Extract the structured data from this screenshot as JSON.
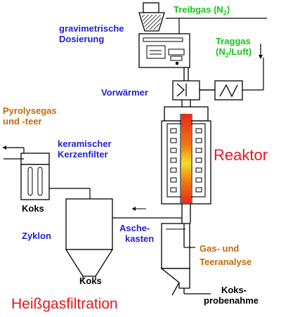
{
  "labels": {
    "treibgas": "Treibgas (N",
    "treibgas_sub": "2",
    "treibgas_end": ")",
    "dosierung_1": "gravimetrische",
    "dosierung_2": "Dosierung",
    "traggas_1": "Traggas",
    "traggas_2_pre": "(N",
    "traggas_2_sub": "2",
    "traggas_2_post": "/Luft)",
    "vorwaermer": "Vorwärmer",
    "pyrolyse_1": "Pyrolysegas",
    "pyrolyse_2": "und -teer",
    "kerzen_1": "keramischer",
    "kerzen_2": "Kerzenfilter",
    "reaktor": "Reaktor",
    "koks_filter": "Koks",
    "zyklon": "Zyklon",
    "koks_zyklon": "Koks",
    "asche_1": "Asche-",
    "asche_2": "kasten",
    "gas_1": "Gas- und",
    "gas_2": "Teeranalyse",
    "koksprobe_1": "Koks-",
    "koksprobe_2": "probenahme",
    "heissgas": "Heißgasfiltration"
  },
  "colors": {
    "blue": "#1f1fd6",
    "green": "#19c419",
    "orange": "#c4680a",
    "red": "#e8161c",
    "line": "#000000"
  }
}
